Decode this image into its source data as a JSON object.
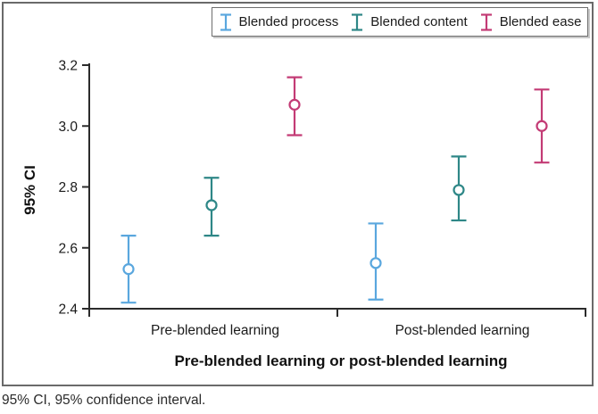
{
  "caption": "95% CI, 95% confidence interval.",
  "chart_data": {
    "type": "errorbar",
    "title": "",
    "ylabel": "95% CI",
    "xlabel": "Pre-blended learning or post-blended learning",
    "categories": [
      "Pre-blended learning",
      "Post-blended learning"
    ],
    "ylim": [
      2.4,
      3.2
    ],
    "yticks": [
      2.4,
      2.6,
      2.8,
      3.0,
      3.2
    ],
    "grid": false,
    "legend_position": "top-right-boxed",
    "axis_color": "#2b2b2b",
    "series": [
      {
        "name": "Blended process",
        "color": "#5AA7DE",
        "points": [
          {
            "category": "Pre-blended learning",
            "mean": 2.53,
            "lo": 2.42,
            "hi": 2.64
          },
          {
            "category": "Post-blended learning",
            "mean": 2.55,
            "lo": 2.43,
            "hi": 2.68
          }
        ]
      },
      {
        "name": "Blended content",
        "color": "#2E8787",
        "points": [
          {
            "category": "Pre-blended learning",
            "mean": 2.74,
            "lo": 2.64,
            "hi": 2.83
          },
          {
            "category": "Post-blended learning",
            "mean": 2.79,
            "lo": 2.69,
            "hi": 2.9
          }
        ]
      },
      {
        "name": "Blended ease",
        "color": "#C33B75",
        "points": [
          {
            "category": "Pre-blended learning",
            "mean": 3.07,
            "lo": 2.97,
            "hi": 3.16
          },
          {
            "category": "Post-blended learning",
            "mean": 3.0,
            "lo": 2.88,
            "hi": 3.12
          }
        ]
      }
    ]
  }
}
